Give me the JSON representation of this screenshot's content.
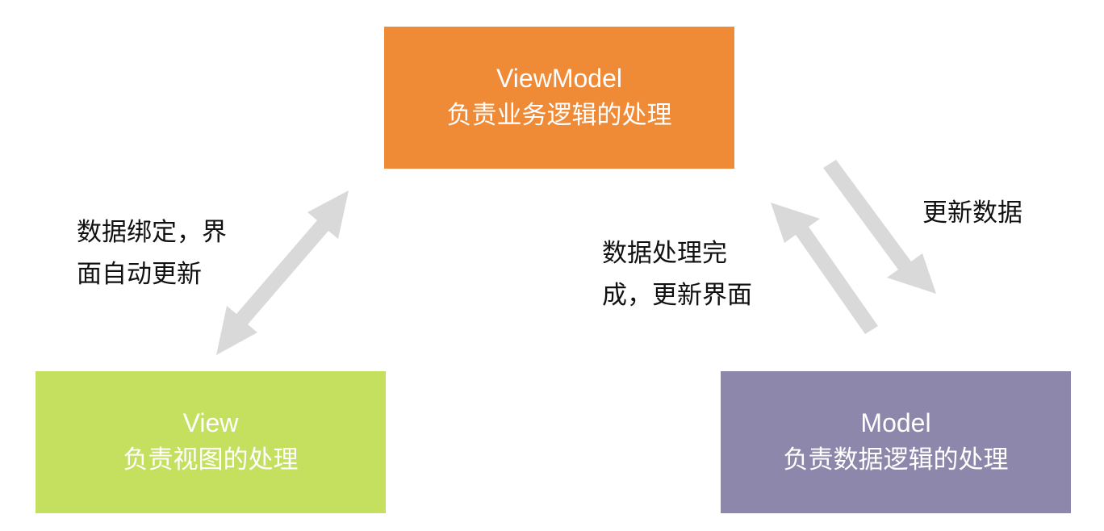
{
  "colors": {
    "viewmodel": "#ef8a36",
    "view": "#c4e05e",
    "model": "#8d88ab",
    "arrow": "#d9d9d9"
  },
  "viewmodel": {
    "title": "ViewModel",
    "desc": "负责业务逻辑的处理"
  },
  "view": {
    "title": "View",
    "desc": "负责视图的处理"
  },
  "model": {
    "title": "Model",
    "desc": "负责数据逻辑的处理"
  },
  "labels": {
    "binding_line1": "数据绑定，界",
    "binding_line2": "面自动更新",
    "processed_line1": "数据处理完",
    "processed_line2": "成，更新界面",
    "update_data": "更新数据"
  }
}
